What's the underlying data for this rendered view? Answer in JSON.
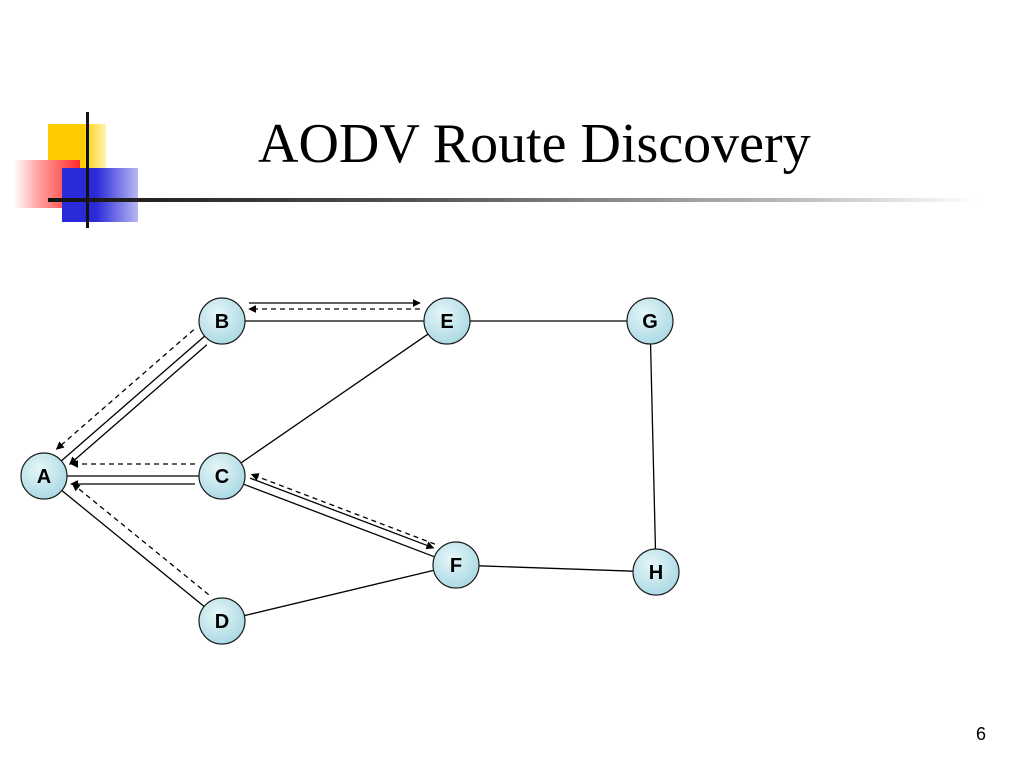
{
  "slide": {
    "title": "AODV Route Discovery",
    "page_number": "6"
  },
  "diagram": {
    "nodes": [
      {
        "id": "A",
        "label": "A"
      },
      {
        "id": "B",
        "label": "B"
      },
      {
        "id": "C",
        "label": "C"
      },
      {
        "id": "D",
        "label": "D"
      },
      {
        "id": "E",
        "label": "E"
      },
      {
        "id": "F",
        "label": "F"
      },
      {
        "id": "G",
        "label": "G"
      },
      {
        "id": "H",
        "label": "H"
      }
    ],
    "links": [
      {
        "from": "A",
        "to": "B"
      },
      {
        "from": "A",
        "to": "C"
      },
      {
        "from": "A",
        "to": "D"
      },
      {
        "from": "B",
        "to": "E"
      },
      {
        "from": "C",
        "to": "E"
      },
      {
        "from": "C",
        "to": "F"
      },
      {
        "from": "D",
        "to": "F"
      },
      {
        "from": "E",
        "to": "G"
      },
      {
        "from": "F",
        "to": "H"
      },
      {
        "from": "G",
        "to": "H"
      }
    ],
    "solid_arrows": [
      {
        "from": "B",
        "to": "E"
      },
      {
        "from": "B",
        "to": "A"
      },
      {
        "from": "C",
        "to": "A"
      },
      {
        "from": "C",
        "to": "F"
      }
    ],
    "dashed_arrows": [
      {
        "from": "E",
        "to": "B"
      },
      {
        "from": "B",
        "to": "A"
      },
      {
        "from": "C",
        "to": "A"
      },
      {
        "from": "F",
        "to": "C"
      },
      {
        "from": "D",
        "to": "A"
      }
    ],
    "colors": {
      "node_fill": "#bfe6ec",
      "node_stroke": "#1a1a1a",
      "line": "#000000"
    }
  }
}
